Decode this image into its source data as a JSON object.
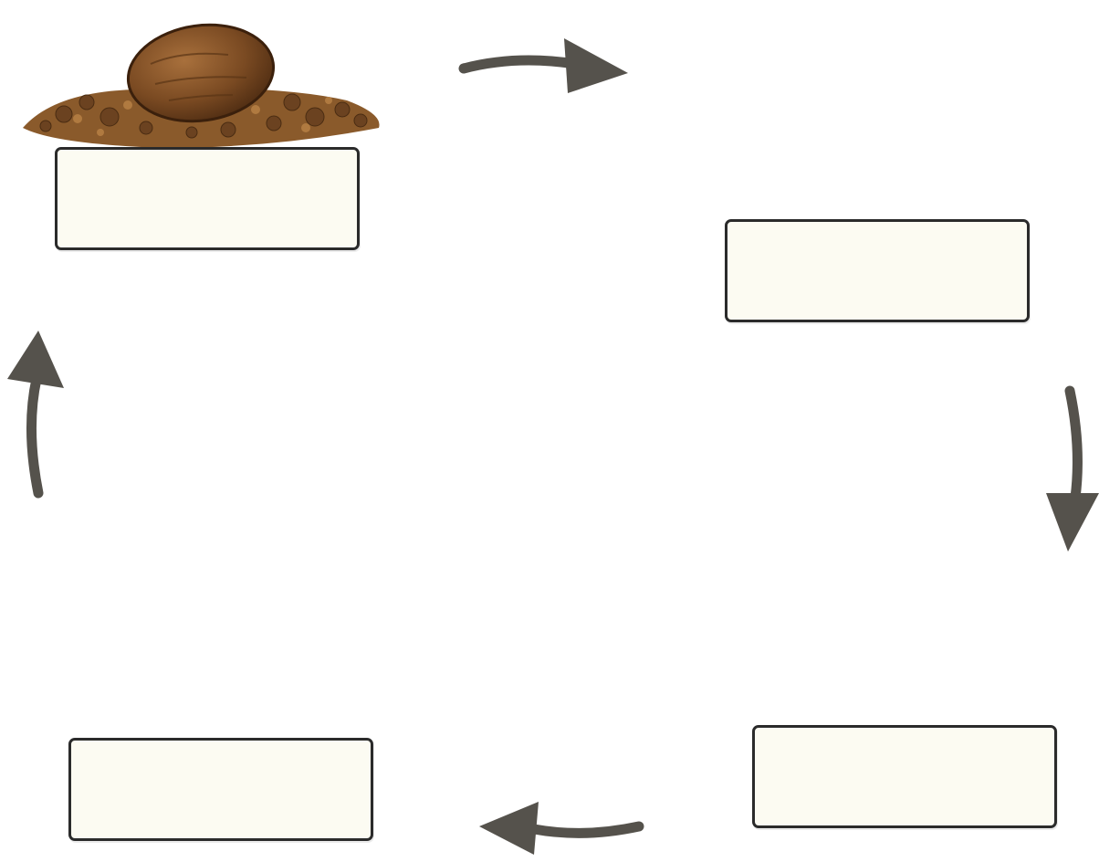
{
  "diagram": {
    "type": "cycle",
    "stages": [
      {
        "id": "seed",
        "label": ""
      },
      {
        "id": "germinating-seed",
        "label": ""
      },
      {
        "id": "seedling",
        "label": ""
      },
      {
        "id": "flowering-plant",
        "label": ""
      }
    ],
    "arrows": [
      {
        "from": "seed",
        "to": "germinating-seed"
      },
      {
        "from": "germinating-seed",
        "to": "seedling"
      },
      {
        "from": "seedling",
        "to": "flowering-plant"
      },
      {
        "from": "flowering-plant",
        "to": "seed"
      }
    ]
  },
  "colors": {
    "arrow": "#55524c",
    "soil": "#8a5a2b",
    "seed": "#7a4a22",
    "leaf": "#6fb83a",
    "stem": "#7cc142",
    "petal": "#f7b21c",
    "flower_center": "#e06a12",
    "label_fill": "#fcfbf2",
    "label_border": "#2b2b2b"
  },
  "icons": {
    "seed": "seed-on-soil-illustration",
    "germination": "sprouting-seed-illustration",
    "seedling": "young-plant-illustration",
    "flower": "flowering-plant-illustration",
    "arrow": "curved-arrow-icon"
  }
}
